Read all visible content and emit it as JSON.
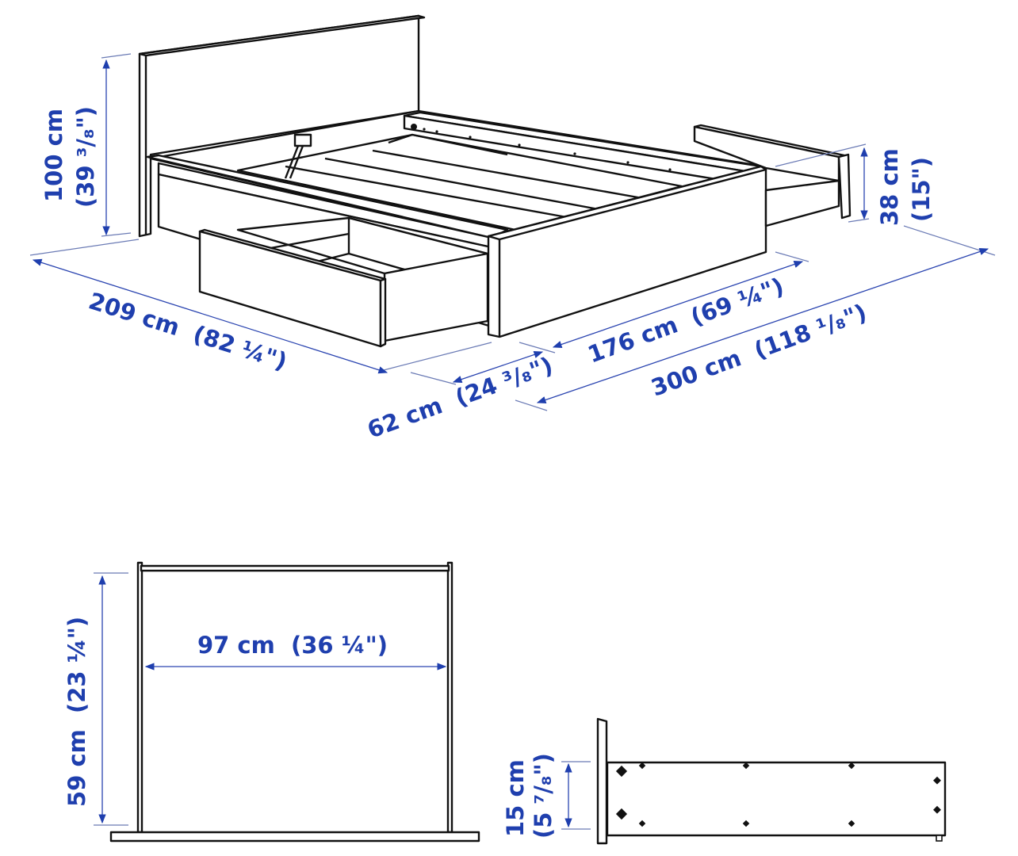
{
  "colors": {
    "dimension_text": "#1f3fae",
    "line_drawing": "#111111",
    "background": "#ffffff"
  },
  "bed_view": {
    "headboard_height": {
      "metric": "100 cm",
      "imperial": "(39 ³/₈\")"
    },
    "frame_height": {
      "metric": "38 cm",
      "imperial": "(15\")"
    },
    "total_length": {
      "metric": "209 cm",
      "imperial": "(82 ¼\")"
    },
    "drawer_extension": {
      "metric": "62 cm",
      "imperial": "(24 ³/₈\")"
    },
    "frame_width": {
      "metric": "176 cm",
      "imperial": "(69 ¼\")"
    },
    "total_width_drawers_open": {
      "metric": "300 cm",
      "imperial": "(118 ¹/₈\")"
    }
  },
  "drawer_top_view": {
    "inner_width": {
      "metric": "97 cm",
      "imperial": "(36 ¼\")"
    },
    "inner_depth": {
      "metric": "59 cm",
      "imperial": "(23 ¼\")"
    }
  },
  "drawer_side_view": {
    "height": {
      "metric": "15 cm",
      "imperial": "(5 ⁷/₈\")"
    }
  }
}
